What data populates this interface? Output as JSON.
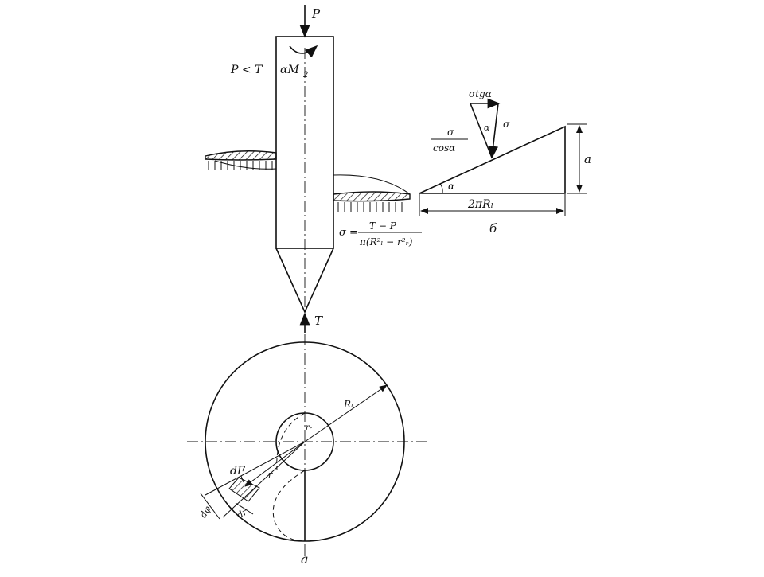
{
  "diagram": {
    "labels": {
      "load_p": "P",
      "condition": "P < T",
      "moment": "αM",
      "moment_sub": "2",
      "force_t": "T",
      "sigma_lhs": "σ =",
      "sigma_num": "T − P",
      "sigma_den": "π(R²ₗ − r²ᵣ)",
      "radius_outer": "Rₗ",
      "radius_inner": "rᵣ",
      "radius_r": "r",
      "dF": "dF",
      "dr": "dr",
      "dphi": "dφ",
      "section": "a"
    },
    "incline": {
      "sigma_tg": "σtgα",
      "sigma": "σ",
      "alpha": "α",
      "sigma_over_cos_num": "σ",
      "sigma_over_cos_den": "cosα",
      "height": "a",
      "base": "2πRₗ",
      "b": "б"
    }
  }
}
